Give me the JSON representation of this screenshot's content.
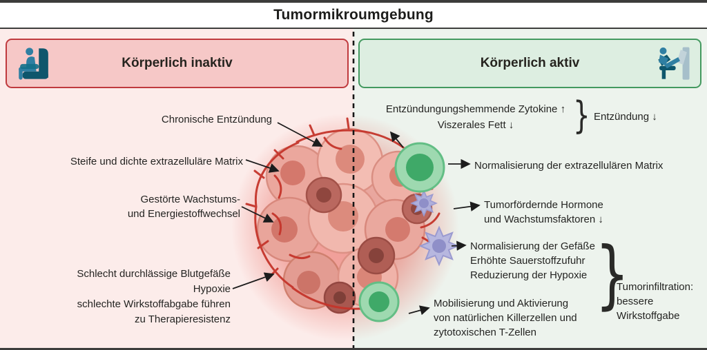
{
  "title": "Tumormikroumgebung",
  "left": {
    "header": "Körperlich inaktiv",
    "icon": "person-sitting-armchair",
    "items": [
      "Chronische Entzündung",
      "Steife und dichte extrazelluläre Matrix",
      "Gestörte Wachstums-\nund Energiestoffwechsel",
      "Schlecht durchlässige Blutgefäße\nHypoxie\nschlechte Wirkstoffabgabe führen\nzu Therapieresistenz"
    ]
  },
  "right": {
    "header": "Körperlich aktiv",
    "icon": "person-leg-press-machine",
    "items": [
      "Entzündungungshemmende Zytokine ↑\nViszerales Fett ↓",
      "Normalisierung der extrazellulären Matrix",
      "Tumorfördernde Hormone\nund Wachstumsfaktoren ↓",
      "Normalisierung der Gefäße\nErhöhte Sauerstoffzufuhr\nReduzierung der Hypoxie",
      "Mobilisierung und Aktivierung\nvon natürlichen Killerzellen und\nzytotoxischen T-Zellen"
    ],
    "brace_char": "}",
    "brace1_label": "Entzündung ↓",
    "brace2_label": "Tumorinfiltration:\nbessere\nWirkstoffgabe"
  },
  "colors": {
    "left_bg": "#fcecea",
    "left_header_fill": "#f6c8c7",
    "left_header_border": "#bf3a3e",
    "right_bg": "#edf3ed",
    "right_header_fill": "#ddeee1",
    "right_header_border": "#43995f",
    "icon_teal": "#0e566c",
    "tumor_pink": "#f0b4aa",
    "vessel_red": "#c5352b",
    "immune_green": "#3fa968",
    "immune_purple": "#b7b7df",
    "frame_dark": "#3c3c3b"
  }
}
